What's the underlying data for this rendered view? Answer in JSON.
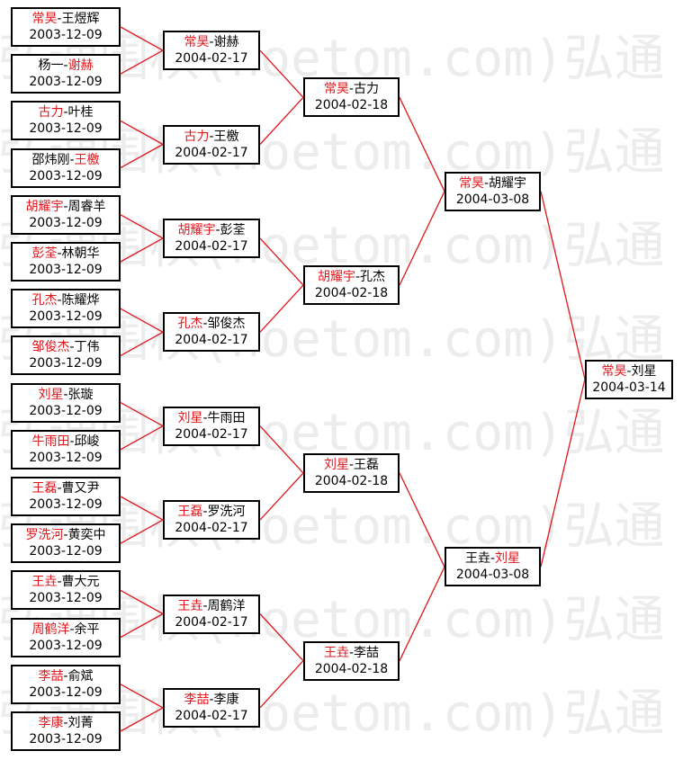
{
  "watermark": "弘通围棋(hoetom.com)弘通",
  "colors": {
    "winner": "#e0161b",
    "text": "#000000",
    "line": "#e0161b",
    "border": "#000000"
  },
  "bracket": {
    "round1": [
      {
        "left": "常昊",
        "right": "王煜辉",
        "winner": "left",
        "date": "2003-12-09"
      },
      {
        "left": "杨一",
        "right": "谢赫",
        "winner": "right",
        "date": "2003-12-09"
      },
      {
        "left": "古力",
        "right": "叶桂",
        "winner": "left",
        "date": "2003-12-09"
      },
      {
        "left": "邵炜刚",
        "right": "王檄",
        "winner": "right",
        "date": "2003-12-09"
      },
      {
        "left": "胡耀宇",
        "right": "周睿羊",
        "winner": "left",
        "date": "2003-12-09"
      },
      {
        "left": "彭荃",
        "right": "林朝华",
        "winner": "left",
        "date": "2003-12-09"
      },
      {
        "left": "孔杰",
        "right": "陈耀烨",
        "winner": "left",
        "date": "2003-12-09"
      },
      {
        "left": "邹俊杰",
        "right": "丁伟",
        "winner": "left",
        "date": "2003-12-09"
      },
      {
        "left": "刘星",
        "right": "张璇",
        "winner": "left",
        "date": "2003-12-09"
      },
      {
        "left": "牛雨田",
        "right": "邱峻",
        "winner": "left",
        "date": "2003-12-09"
      },
      {
        "left": "王磊",
        "right": "曹又尹",
        "winner": "left",
        "date": "2003-12-09"
      },
      {
        "left": "罗洗河",
        "right": "黄奕中",
        "winner": "left",
        "date": "2003-12-09"
      },
      {
        "left": "王垚",
        "right": "曹大元",
        "winner": "left",
        "date": "2003-12-09"
      },
      {
        "left": "周鹤洋",
        "right": "余平",
        "winner": "left",
        "date": "2003-12-09"
      },
      {
        "left": "李喆",
        "right": "俞斌",
        "winner": "left",
        "date": "2003-12-09"
      },
      {
        "left": "李康",
        "right": "刘菁",
        "winner": "left",
        "date": "2003-12-09"
      }
    ],
    "round2": [
      {
        "left": "常昊",
        "right": "谢赫",
        "winner": "left",
        "date": "2004-02-17"
      },
      {
        "left": "古力",
        "right": "王檄",
        "winner": "left",
        "date": "2004-02-17"
      },
      {
        "left": "胡耀宇",
        "right": "彭荃",
        "winner": "left",
        "date": "2004-02-17"
      },
      {
        "left": "孔杰",
        "right": "邹俊杰",
        "winner": "left",
        "date": "2004-02-17"
      },
      {
        "left": "刘星",
        "right": "牛雨田",
        "winner": "left",
        "date": "2004-02-17"
      },
      {
        "left": "王磊",
        "right": "罗洗河",
        "winner": "left",
        "date": "2004-02-17"
      },
      {
        "left": "王垚",
        "right": "周鹤洋",
        "winner": "left",
        "date": "2004-02-17"
      },
      {
        "left": "李喆",
        "right": "李康",
        "winner": "left",
        "date": "2004-02-17"
      }
    ],
    "round3": [
      {
        "left": "常昊",
        "right": "古力",
        "winner": "left",
        "date": "2004-02-18"
      },
      {
        "left": "胡耀宇",
        "right": "孔杰",
        "winner": "left",
        "date": "2004-02-18"
      },
      {
        "left": "刘星",
        "right": "王磊",
        "winner": "left",
        "date": "2004-02-18"
      },
      {
        "left": "王垚",
        "right": "李喆",
        "winner": "left",
        "date": "2004-02-18"
      }
    ],
    "round4": [
      {
        "left": "常昊",
        "right": "胡耀宇",
        "winner": "left",
        "date": "2004-03-08"
      },
      {
        "left": "王垚",
        "right": "刘星",
        "winner": "right",
        "date": "2004-03-08"
      }
    ],
    "round5": [
      {
        "left": "常昊",
        "right": "刘星",
        "winner": "left",
        "date": "2004-03-14"
      }
    ]
  }
}
